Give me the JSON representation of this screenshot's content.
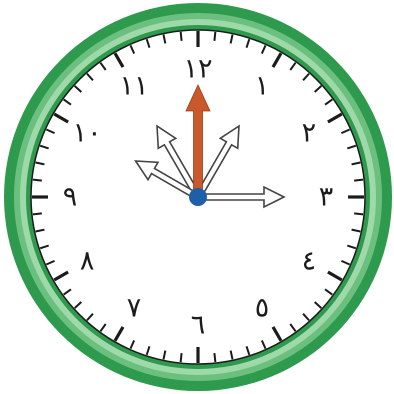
{
  "clock": {
    "numerals": [
      {
        "label": "١٢",
        "position": 12
      },
      {
        "label": "١",
        "position": 1
      },
      {
        "label": "٢",
        "position": 2
      },
      {
        "label": "٣",
        "position": 3
      },
      {
        "label": "٤",
        "position": 4
      },
      {
        "label": "٥",
        "position": 5
      },
      {
        "label": "٦",
        "position": 6
      },
      {
        "label": "٧",
        "position": 7
      },
      {
        "label": "٨",
        "position": 8
      },
      {
        "label": "٩",
        "position": 9
      },
      {
        "label": "١٠",
        "position": 10
      },
      {
        "label": "١١",
        "position": 11
      }
    ],
    "highlighted_hand_points_to": 12,
    "outlined_arrows_point_to": [
      3,
      1,
      11,
      10
    ],
    "colors": {
      "rim_outer": "#2e9a4e",
      "rim_inner": "#6cc07f",
      "rim_highlight": "#9fd8a9",
      "face": "#ffffff",
      "ticks": "#1b1b1b",
      "highlighted_hand": "#c9582b",
      "outlined_arrow": "#444444",
      "center_dot": "#1f5fa8"
    }
  }
}
